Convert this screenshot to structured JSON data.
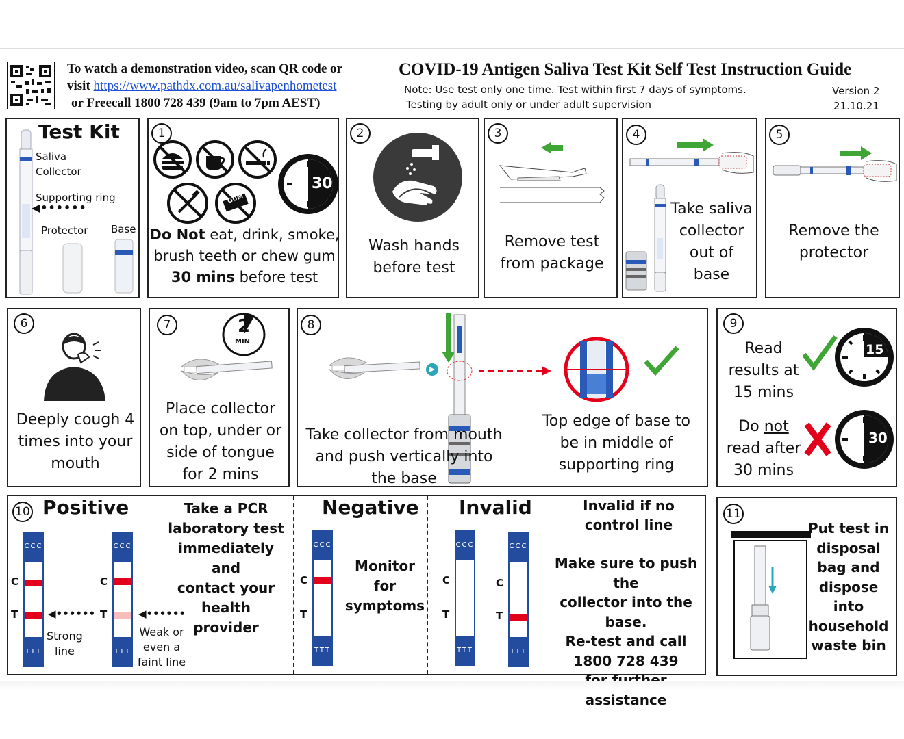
{
  "header": {
    "demo_line1": "To watch a demonstration video, scan QR code or",
    "demo_visit": "visit",
    "demo_url": "https://www.pathdx.com.au/salivapenhometest",
    "demo_line3": "or Freecall 1800 728 439 (9am to 7pm AEST)",
    "title": "COVID-19 Antigen Saliva Test Kit Self Test Instruction Guide",
    "note1": "Note: Use test only one time. Test within first 7 days of symptoms.",
    "note2": "Testing by adult only or under adult supervision",
    "version": "Version 2",
    "date": "21.10.21"
  },
  "kit": {
    "title": "Test Kit",
    "saliva": "Saliva",
    "collector": "Collector",
    "ring": "Supporting ring",
    "protector": "Protector",
    "base": "Base"
  },
  "step1": {
    "num": "1",
    "timer": "30",
    "gum": "GUM",
    "line1_bold": "Do Not",
    "line1_rest": " eat, drink, smoke,",
    "line2": "brush teeth or chew gum",
    "line3_bold": "30 mins",
    "line3_rest": " before test"
  },
  "step2": {
    "num": "2",
    "line1": "Wash hands",
    "line2": "before test"
  },
  "step3": {
    "num": "3",
    "line1": "Remove test",
    "line2": "from package"
  },
  "step4": {
    "num": "4",
    "line1": "Take saliva",
    "line2": "collector",
    "line3": "out of",
    "line4": "base"
  },
  "step5": {
    "num": "5",
    "line1": "Remove the",
    "line2": "protector"
  },
  "step6": {
    "num": "6",
    "line1": "Deeply cough 4",
    "line2": "times into your",
    "line3": "mouth"
  },
  "step7": {
    "num": "7",
    "timer_value": "2",
    "timer_unit": "MIN",
    "line1": "Place collector",
    "line2": "on top, under or",
    "line3": "side of tongue",
    "line4": "for 2 mins"
  },
  "step8": {
    "num": "8",
    "left1": "Take collector from mouth",
    "left2": "and push vertically into",
    "left3": "the base",
    "right1": "Top edge of base to",
    "right2": "be in middle of",
    "right3": "supporting ring"
  },
  "step9": {
    "num": "9",
    "read1": "Read",
    "read2": "results at",
    "read3": "15 mins",
    "timer15": "15",
    "donot_a": "Do ",
    "donot_b": "not",
    "read4": "read after",
    "read5": "30 mins",
    "timer30": "30"
  },
  "step10": {
    "num": "10",
    "positive": "Positive",
    "positive_text": [
      "Take a PCR",
      "laboratory test",
      "immediately and",
      "contact your",
      "health provider"
    ],
    "strong1": "Strong",
    "strong2": "line",
    "weak1": "Weak or",
    "weak2": "even a",
    "weak3": "faint line",
    "negative": "Negative",
    "negative_text": [
      "Monitor",
      "for",
      "symptoms"
    ],
    "invalid": "Invalid",
    "invalid_text1": [
      "Invalid if no",
      "control line"
    ],
    "invalid_text2": [
      "Make sure to push the",
      "collector into the",
      "base.",
      "Re-test and call",
      "1800 728 439",
      "for further assistance"
    ],
    "label_c": "C",
    "label_t": "T",
    "ccc": "CCC",
    "ttt": "TTT"
  },
  "step11": {
    "num": "11",
    "text": [
      "Put test in",
      "disposal",
      "bag and",
      "dispose",
      "into",
      "household",
      "waste bin"
    ]
  },
  "colors": {
    "red": "#e3001b",
    "blue": "#244c9e",
    "green": "#3fa535",
    "faint": "#f7bcbc"
  }
}
